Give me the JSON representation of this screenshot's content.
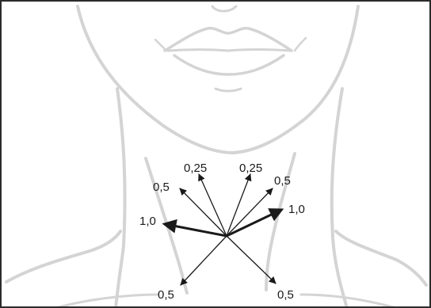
{
  "labels": {
    "upper_left_center": "0,25",
    "upper_right_center": "0,25",
    "upper_left_outer": "0,5",
    "upper_right_outer": "0,5",
    "mid_left": "1,0",
    "mid_right": "1,0",
    "lower_left": "0,5",
    "lower_right": "0,5"
  },
  "colors": {
    "sketch_line": "#d4d4d4",
    "arrow": "#1a1a1a",
    "border": "#2b2b2b",
    "background": "#ffffff"
  }
}
